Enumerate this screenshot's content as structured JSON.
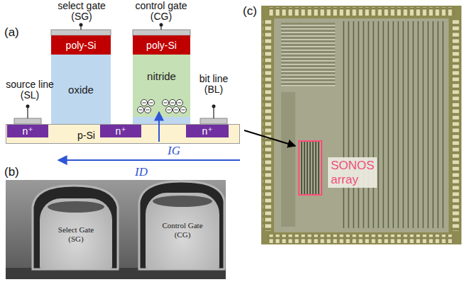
{
  "diagram": {
    "nodes": [
      {
        "text": [
          "poly-Si"
        ]
      },
      {
        "text": [
          "oxide"
        ]
      },
      {
        "text": [
          "poly-Si"
        ]
      },
      {
        "text": [
          "nitride"
        ]
      },
      {
        "text": [
          "p-Si"
        ]
      },
      {
        "text": [
          "n⁺"
        ],
        "in": 4
      },
      {
        "text": [
          "n⁺"
        ],
        "in": 4
      },
      {
        "text": [
          "n⁺"
        ],
        "in": 4
      },
      {
        "text": [
          "Select Gate (SG)"
        ]
      },
      {
        "text": [
          "Control Gate (CG)"
        ]
      },
      {
        "text": [
          "SONOS array"
        ]
      }
    ],
    "labels": [
      "(a)",
      "select gate (SG)",
      "control gate (CG)",
      "source line (SL)",
      "bit line (BL)",
      "IG",
      "ID",
      "(b)",
      "(c)"
    ]
  }
}
